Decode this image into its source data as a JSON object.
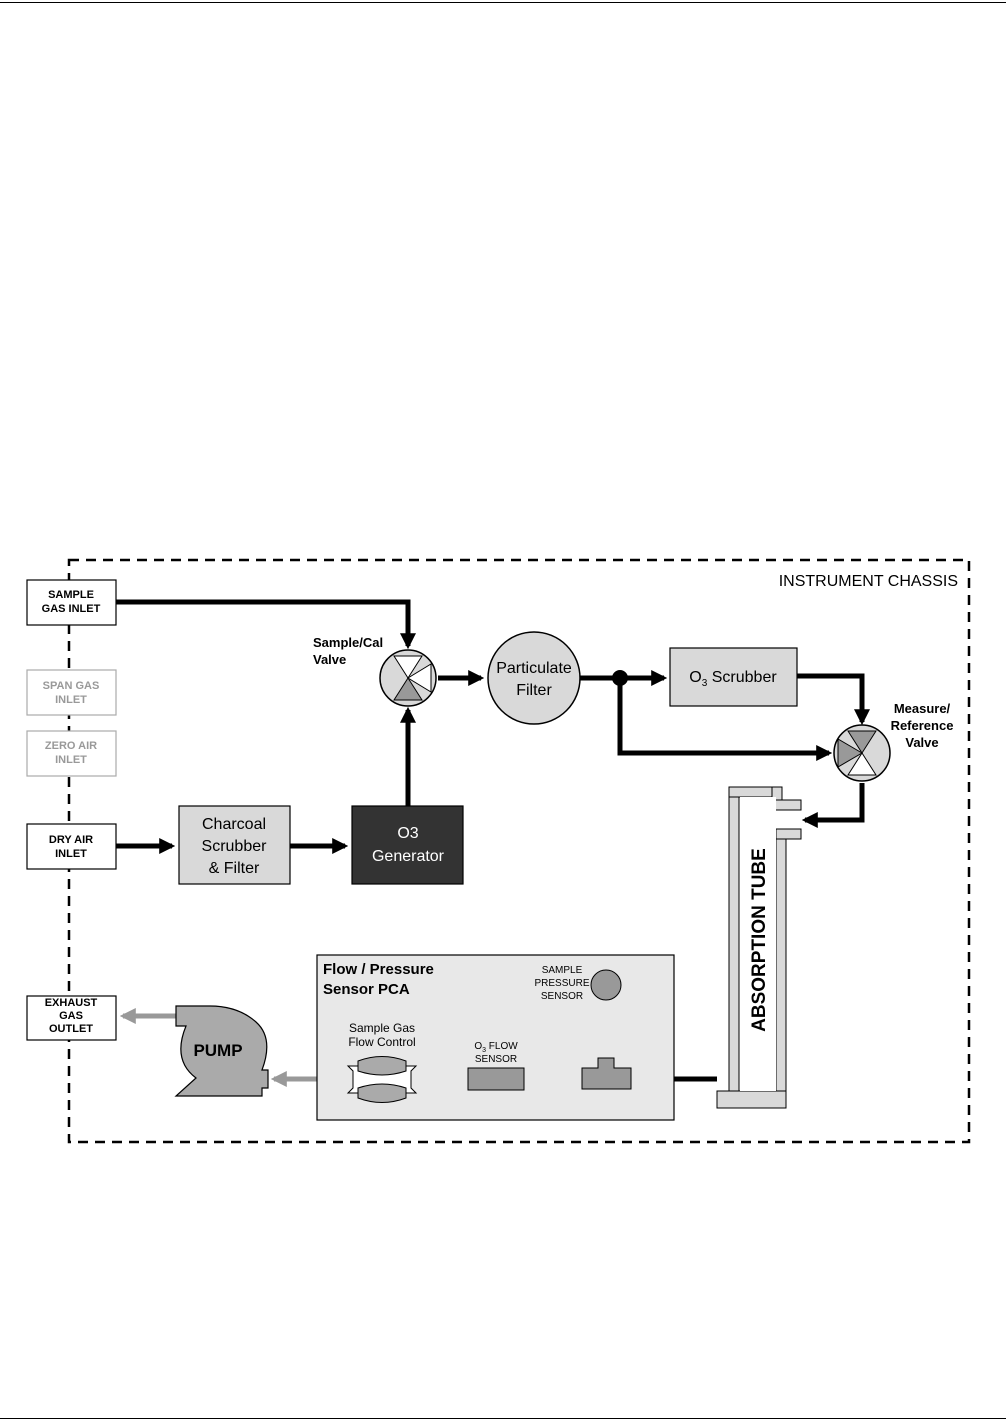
{
  "chassis_label": "INSTRUMENT CHASSIS",
  "inlets": {
    "sample": [
      "SAMPLE",
      "GAS INLET"
    ],
    "span": [
      "SPAN GAS",
      "INLET"
    ],
    "zero": [
      "ZERO AIR",
      "INLET"
    ],
    "dry": [
      "DRY AIR",
      "INLET"
    ],
    "exhaust": [
      "EXHAUST",
      "GAS",
      "OUTLET"
    ]
  },
  "valves": {
    "sample_cal": [
      "Sample/Cal",
      "Valve"
    ],
    "measure_ref": [
      "Measure/",
      "Reference",
      "Valve"
    ]
  },
  "components": {
    "particulate_filter": [
      "Particulate",
      "Filter"
    ],
    "o3_scrubber": {
      "main": "O",
      "sub": "3",
      "rest": " Scrubber"
    },
    "charcoal": [
      "Charcoal",
      "Scrubber",
      "& Filter"
    ],
    "o3_generator": [
      "O3",
      "Generator"
    ],
    "absorption_tube": "ABSORPTION TUBE",
    "pump": "PUMP"
  },
  "pca": {
    "title": [
      "Flow / Pressure",
      "Sensor PCA"
    ],
    "sample_pressure_sensor": [
      "SAMPLE",
      "PRESSURE",
      "SENSOR"
    ],
    "flow_control": [
      "Sample Gas",
      "Flow Control"
    ],
    "flow_sensor": {
      "main": "O",
      "sub": "3",
      "rest": " FLOW",
      "line2": "SENSOR"
    }
  },
  "colors": {
    "line": "#000000",
    "grey_line": "#999999",
    "box_fill": "#d9d9d9",
    "dark_box": "#333333",
    "pca_fill": "#e8e8e8",
    "faded_text": "#999999"
  }
}
